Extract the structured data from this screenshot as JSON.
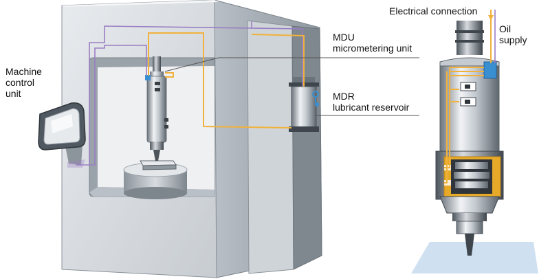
{
  "labels": {
    "machine_control": [
      "Machine",
      "control",
      "unit"
    ],
    "mdu": [
      "MDU",
      "micrometering unit"
    ],
    "mdr": [
      "MDR",
      "lubricant reservoir"
    ],
    "electrical": "Electrical connection",
    "oil": [
      "Oil",
      "supply"
    ]
  },
  "colors": {
    "machine_body": "#d9dde1",
    "machine_shadow": "#9ea6ae",
    "electric_line": "#9b7ec4",
    "oil_line": "#f0b23c",
    "label_line": "#555555",
    "accent_blue": "#3a8fd0",
    "floor": "#cfe0f0"
  }
}
